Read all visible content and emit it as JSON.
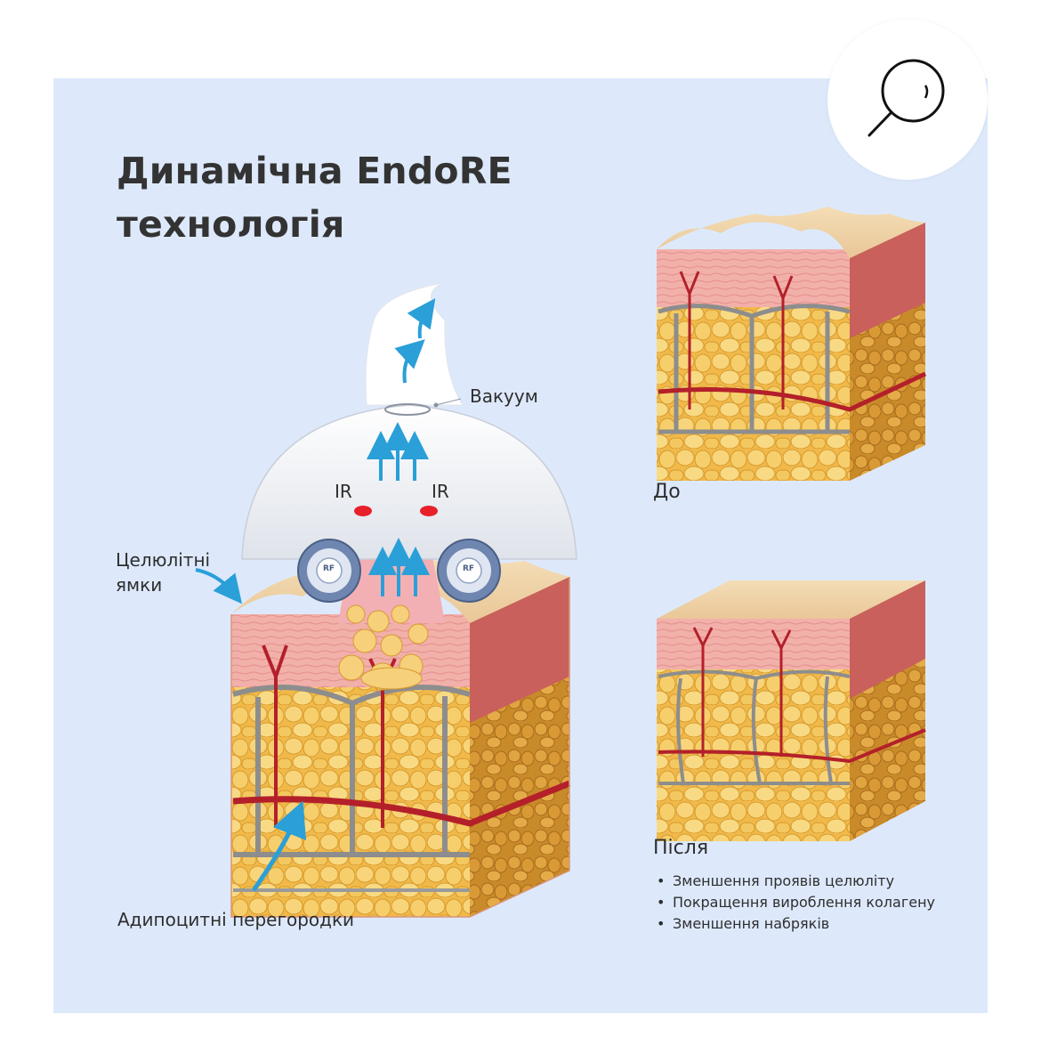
{
  "title_line1": "Динамічна EndoRE",
  "title_line2": "технологія",
  "labels": {
    "vacuum": "Вакуум",
    "ir_left": "IR",
    "ir_right": "IR",
    "rf_left": "RF",
    "rf_right": "RF",
    "cellulite_line1": "Целюлітні",
    "cellulite_line2": "ямки",
    "septa": "Адипоцитні перегородки",
    "before": "До",
    "after": "Після"
  },
  "after_benefits": [
    "Зменшення проявів целюліту",
    "Покращення вироблення колагену",
    "Зменшення набряків"
  ],
  "colors": {
    "background": "#dde9fb",
    "fat": "#f3c45a",
    "dermis": "#f0a9a6",
    "skin_surface": "#f2d7ae",
    "vessel": "#b3202a",
    "septa": "#9a9a9a",
    "arrow": "#2a9fd8",
    "ir_dot": "#e8202a"
  },
  "icons": {
    "search": "search-icon"
  }
}
